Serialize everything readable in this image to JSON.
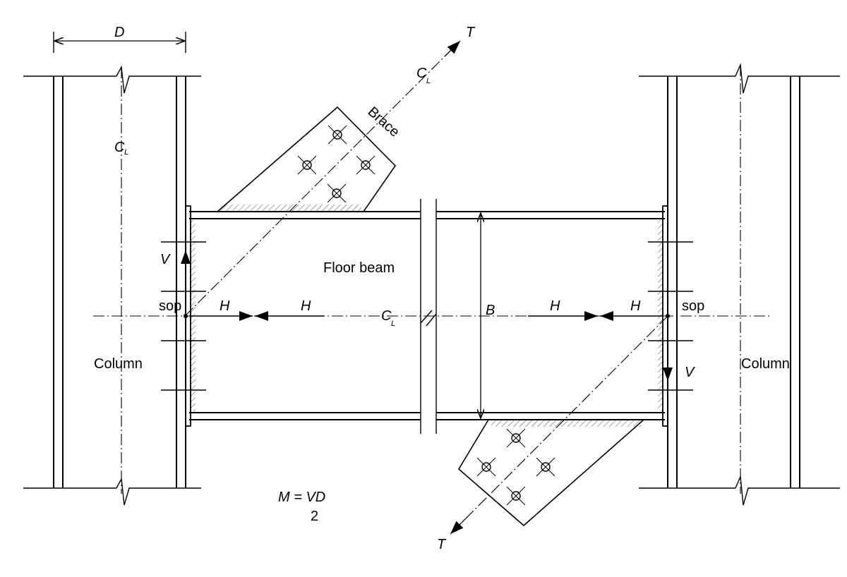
{
  "labels": {
    "dimension_d": "D",
    "centerline_c": "C",
    "centerline_sub": "L",
    "tension_top": "T",
    "tension_bottom": "T",
    "brace": "Brace",
    "floor_beam": "Floor beam",
    "vertical_left": "V",
    "vertical_right": "V",
    "horizontal": "H",
    "sop": "sop",
    "beam_depth": "B",
    "column": "Column",
    "moment_formula": "M = VD",
    "moment_divisor": "2"
  }
}
